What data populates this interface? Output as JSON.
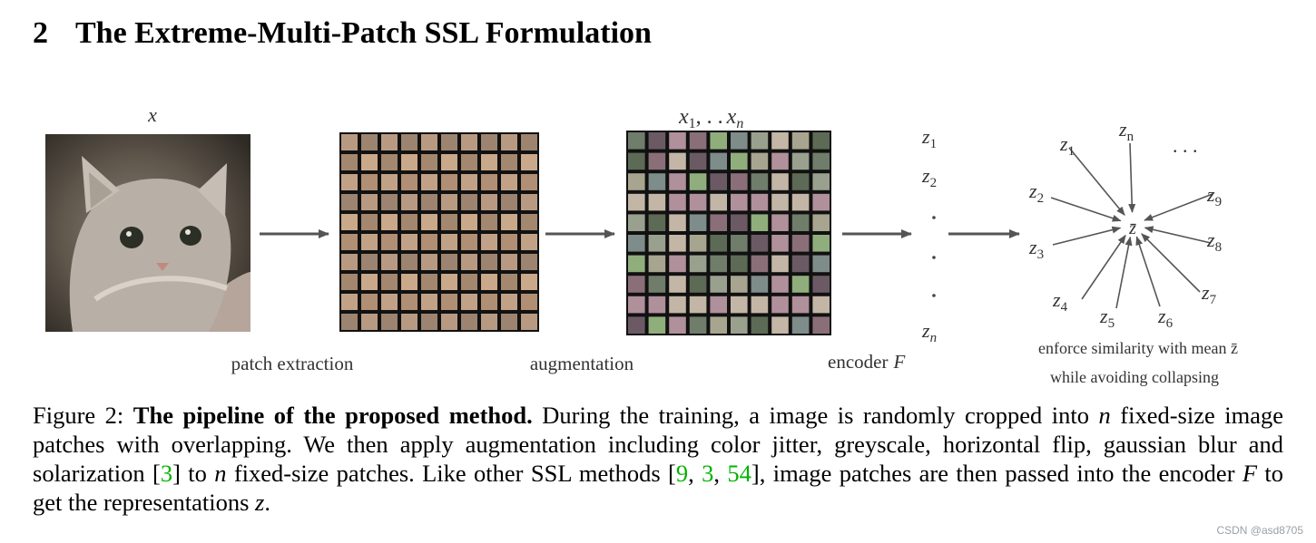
{
  "section": {
    "number": "2",
    "title": "The Extreme-Multi-Patch SSL Formulation"
  },
  "figure": {
    "input_label": "x",
    "patches_label_main": "x",
    "patches_sub1": "1",
    "patches_dots": ", . .",
    "patches_label_n": "n",
    "step1_label": "patch extraction",
    "step2_label": "augmentation",
    "step3_label": "encoder",
    "step3_symbol": "F",
    "z_main": "z",
    "col_subs": [
      "1",
      "2",
      "n"
    ],
    "star_subs": [
      "1",
      "n",
      "2",
      "9",
      "3",
      "8",
      "4",
      "5",
      "6",
      "7"
    ],
    "star_dots": ". . .",
    "center_symbol": "z̄",
    "right_caption_line1": "enforce similarity with mean z̄",
    "right_caption_line2": "while avoiding collapsing",
    "grid_size": 10
  },
  "caption": {
    "prefix": "Figure 2: ",
    "title": "The pipeline of the proposed method.",
    "t1": " During the training, a image is randomly cropped into ",
    "n1": "n",
    "t2": " fixed-size image patches with overlapping. We then apply augmentation including color jitter, greyscale, horizontal flip, gaussian blur and solarization [",
    "c1": "3",
    "t3": "] to ",
    "n2": "n",
    "t4": " fixed-size patches. Like other SSL methods [",
    "c2": "9",
    "sep1": ", ",
    "c3": "3",
    "sep2": ", ",
    "c4": "54",
    "t5": "], image patches are then passed into the encoder ",
    "F": "F",
    "t6": " to get the representations ",
    "z": "z",
    "t7": "."
  },
  "watermark": "CSDN @asd8705"
}
